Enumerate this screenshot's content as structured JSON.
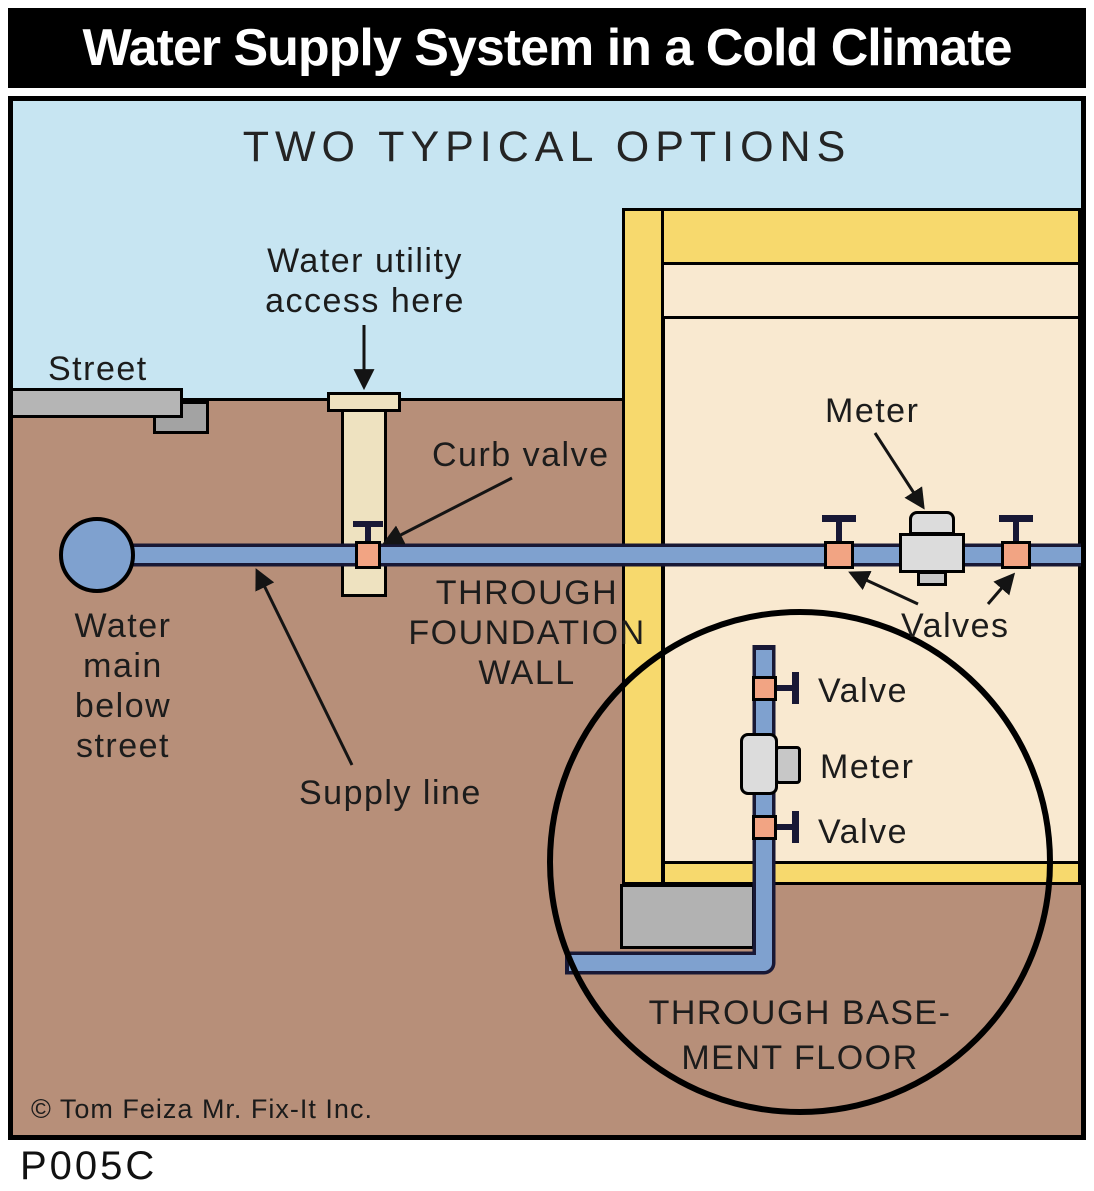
{
  "title": "Water Supply System in a Cold Climate",
  "subtitle": "TWO TYPICAL OPTIONS",
  "scene": {
    "street_label": "Street",
    "water_utility_label": "Water utility\naccess here",
    "curb_valve_label": "Curb valve",
    "through_foundation_label": "THROUGH\nFOUNDATION\nWALL",
    "water_main_label": "Water\nmain\nbelow\nstreet",
    "supply_line_label": "Supply line",
    "meter_label": "Meter",
    "valves_label": "Valves"
  },
  "inset": {
    "valve_top_label": "Valve",
    "meter_label": "Meter",
    "valve_bottom_label": "Valve",
    "caption": "THROUGH BASE-\nMENT FLOOR"
  },
  "footer": {
    "copyright": "© Tom Feiza Mr. Fix-It Inc.",
    "code": "P005C"
  },
  "colors": {
    "sky": "#c7e5f2",
    "earth": "#b78f79",
    "street": "#b5b5b5",
    "street_dark": "#a3a3a3",
    "wood": "#f7d96d",
    "interior": "#f9e9d0",
    "access_tube": "#eee2c0",
    "pipe": "#7fa1cf",
    "pipe_outline": "#181835",
    "valve": "#f2a483",
    "meter": "#dcdcdc",
    "meter_dark": "#c7c7c7",
    "concrete": "#b2b2b2"
  }
}
